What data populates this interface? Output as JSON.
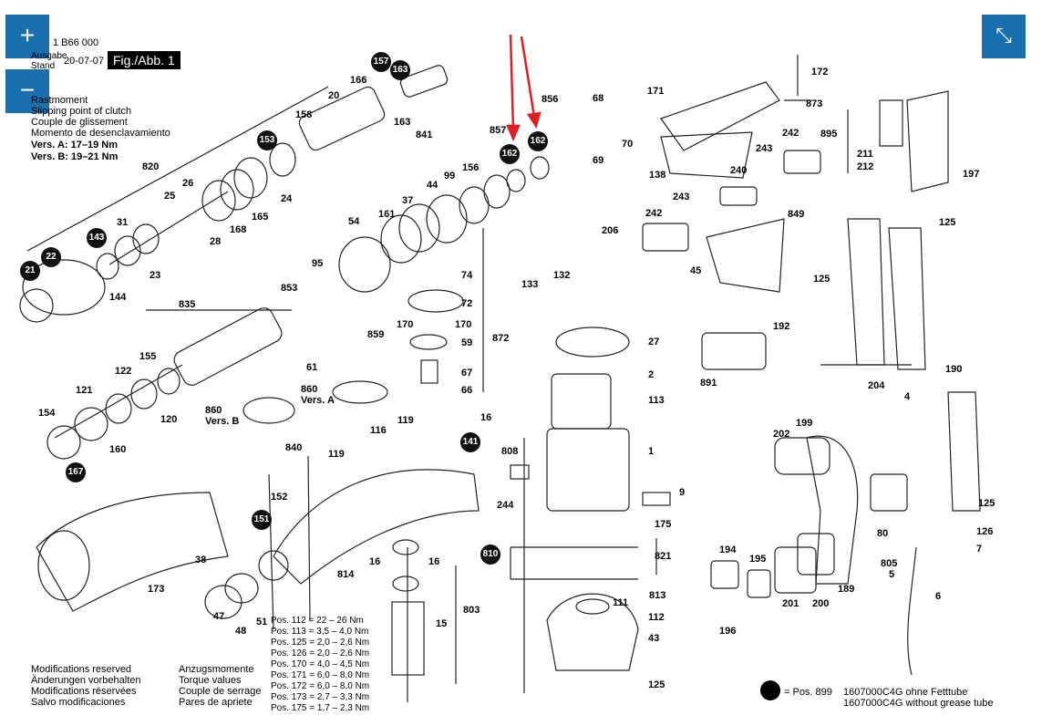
{
  "header": {
    "part_no": "1 B66 000",
    "stand_label": "Stand",
    "edition_label": "Ausgabe",
    "date": "20-07-07",
    "fig": "Fig./Abb. 1"
  },
  "clutch": {
    "lines": [
      "Rastmoment",
      "Slipping point of clutch",
      "Couple de glissement",
      "Momento de desenclavamiento"
    ],
    "vers_a": "Vers. A: 17–19 Nm",
    "vers_b": "Vers. B: 19–21 Nm"
  },
  "controls": {
    "zoom_in": "+",
    "zoom_out": "−",
    "fullscreen": "⤡"
  },
  "part_numbers": {
    "n157": "157",
    "n163a": "163",
    "n166": "166",
    "n20": "20",
    "n158": "158",
    "n163b": "163",
    "n841": "841",
    "n153": "153",
    "n820": "820",
    "n26": "26",
    "n25": "25",
    "n24": "24",
    "n165": "165",
    "n168": "168",
    "n28": "28",
    "n31": "31",
    "n143": "143",
    "n22": "22",
    "n21": "21",
    "n23": "23",
    "n144": "144",
    "n857": "857",
    "n162a": "162",
    "n162b": "162",
    "n856": "856",
    "n68": "68",
    "n70": "70",
    "n69": "69",
    "n156": "156",
    "n99": "99",
    "n44": "44",
    "n37": "37",
    "n161": "161",
    "n54": "54",
    "n95": "95",
    "n853": "853",
    "n206": "206",
    "n133": "133",
    "n132": "132",
    "n74": "74",
    "n72": "72",
    "n170a": "170",
    "n170b": "170",
    "n859": "859",
    "n59": "59",
    "n872": "872",
    "n67": "67",
    "n66": "66",
    "n61": "61",
    "n860a": "860",
    "versa": "Vers. A",
    "n860b": "860",
    "versb": "Vers. B",
    "n835": "835",
    "n155": "155",
    "n122": "122",
    "n121": "121",
    "n154": "154",
    "n160": "160",
    "n120": "120",
    "n167": "167",
    "n116": "116",
    "n119a": "119",
    "n119b": "119",
    "n16a": "16",
    "n141": "141",
    "n840": "840",
    "n152": "152",
    "n151": "151",
    "n38": "38",
    "n173": "173",
    "n47": "47",
    "n48": "48",
    "n51": "51",
    "n814": "814",
    "n16b": "16",
    "n16c": "16",
    "n803": "803",
    "n15": "15",
    "n171": "171",
    "n172": "172",
    "n873": "873",
    "n138": "138",
    "n240": "240",
    "n243a": "243",
    "n242a": "242",
    "n243b": "243",
    "n242b": "242",
    "n849": "849",
    "n45": "45",
    "n895": "895",
    "n211": "211",
    "n212": "212",
    "n197": "197",
    "n125a": "125",
    "n125b": "125",
    "n204": "204",
    "n192": "192",
    "n891": "891",
    "n27": "27",
    "n2": "2",
    "n113": "113",
    "n1": "1",
    "n808": "808",
    "n244": "244",
    "n9": "9",
    "n175": "175",
    "n810": "810",
    "n821": "821",
    "n813": "813",
    "n111": "111",
    "n112": "112",
    "n43": "43",
    "n125c": "125",
    "n190": "190",
    "n4": "4",
    "n202": "202",
    "n199": "199",
    "n125d": "125",
    "n126": "126",
    "n7": "7",
    "n80": "80",
    "n805": "805",
    "n5": "5",
    "n6": "6",
    "n194": "194",
    "n195": "195",
    "n196": "196",
    "n201": "201",
    "n200": "200",
    "n189": "189"
  },
  "footer": {
    "modifications": [
      "Modifications reserved",
      "Änderungen vorbehalten",
      "Modifications réservées",
      "Salvo modificaciones"
    ],
    "torque_headers": [
      "Anzugsmomente",
      "Torque values",
      "Couple de serrage",
      "Pares de apriete"
    ],
    "torque_values": [
      "Pos. 112 = 22 – 26 Nm",
      "Pos. 113 = 3,5 – 4,0 Nm",
      "Pos. 125 = 2,0 – 2,6 Nm",
      "Pos. 126 = 2,0 – 2,6 Nm",
      "Pos. 170 = 4,0 – 4,5 Nm",
      "Pos. 171 = 6,0 – 8,0 Nm",
      "Pos. 172 = 6,0 – 8,0 Nm",
      "Pos. 173 = 2,7 – 3,3 Nm",
      "Pos. 175 = 1,7 – 2,3 Nm"
    ],
    "legend_pos": "= Pos. 899",
    "grease_de": "1607000C4G ohne Fetttube",
    "grease_en": "1607000C4G without grease tube"
  },
  "colors": {
    "accent_blue": "#1a6fae",
    "arrow_red": "#e02020"
  }
}
